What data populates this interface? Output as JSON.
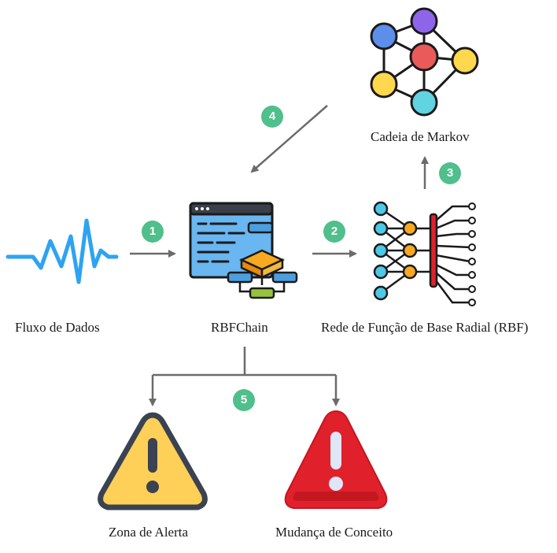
{
  "colors": {
    "arrow": "#6b6b6b",
    "badge": "#4fbf8b",
    "signal": "#2ea3f2",
    "warning_yellow": "#ffd057",
    "danger_red": "#e0212b"
  },
  "icons": {
    "data_stream": "heartbeat-signal-icon",
    "rbfchain": "code-window-flowchart-icon",
    "rbf_network": "neural-network-icon",
    "markov_chain": "network-graph-icon",
    "alert_zone": "warning-triangle-icon",
    "concept_drift": "danger-triangle-icon"
  },
  "nodes": {
    "data_stream": "Fluxo de Dados",
    "rbfchain": "RBFChain",
    "rbf_network": "Rede de Função de Base Radial (RBF)",
    "markov_chain": "Cadeia de Markov",
    "alert_zone": "Zona de Alerta",
    "concept_drift": "Mudança de Conceito"
  },
  "steps": [
    "1",
    "2",
    "3",
    "4",
    "5"
  ]
}
